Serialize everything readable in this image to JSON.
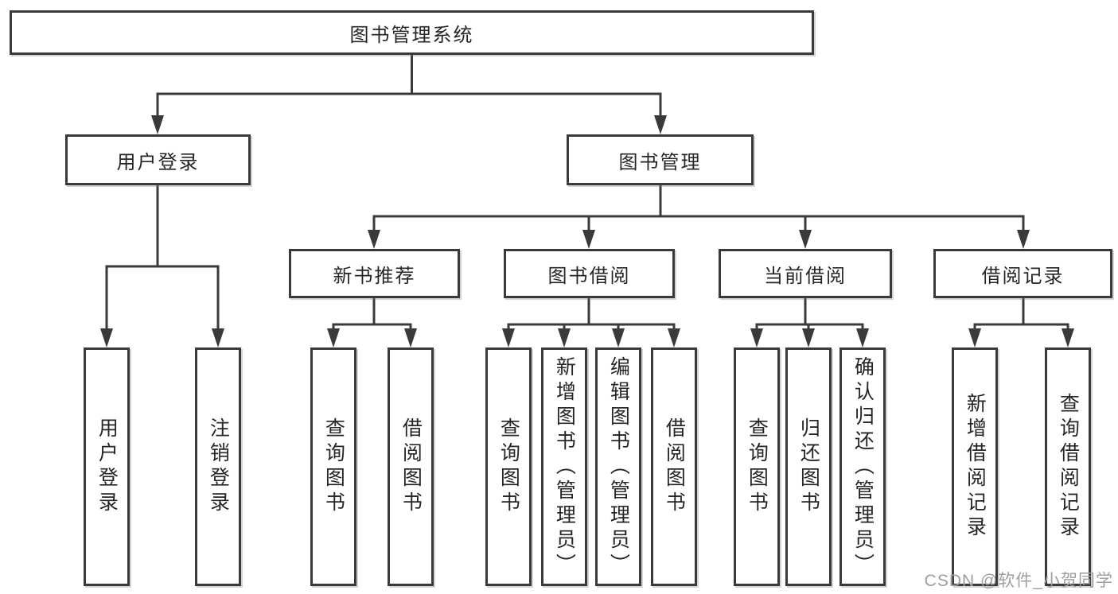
{
  "diagram": {
    "root": {
      "label": "图书管理系统"
    },
    "level2": [
      {
        "label": "用户登录"
      },
      {
        "label": "图书管理"
      }
    ],
    "level3": [
      {
        "label": "新书推荐"
      },
      {
        "label": "图书借阅"
      },
      {
        "label": "当前借阅"
      },
      {
        "label": "借阅记录"
      }
    ],
    "leaves": [
      "用户登录",
      "注销登录",
      "查询图书",
      "借阅图书",
      "查询图书",
      "新增图书（管理员）",
      "编辑图书（管理员）",
      "借阅图书",
      "查询图书",
      "归还图书",
      "确认归还（管理员）",
      "新增借阅记录",
      "查询借阅记录"
    ]
  },
  "watermark": {
    "text": "CSDN @软件_小贺同学"
  },
  "colors": {
    "line": "#3a3a3a",
    "text": "#262626",
    "watermark": "#9e9e9e",
    "background": "#ffffff"
  }
}
